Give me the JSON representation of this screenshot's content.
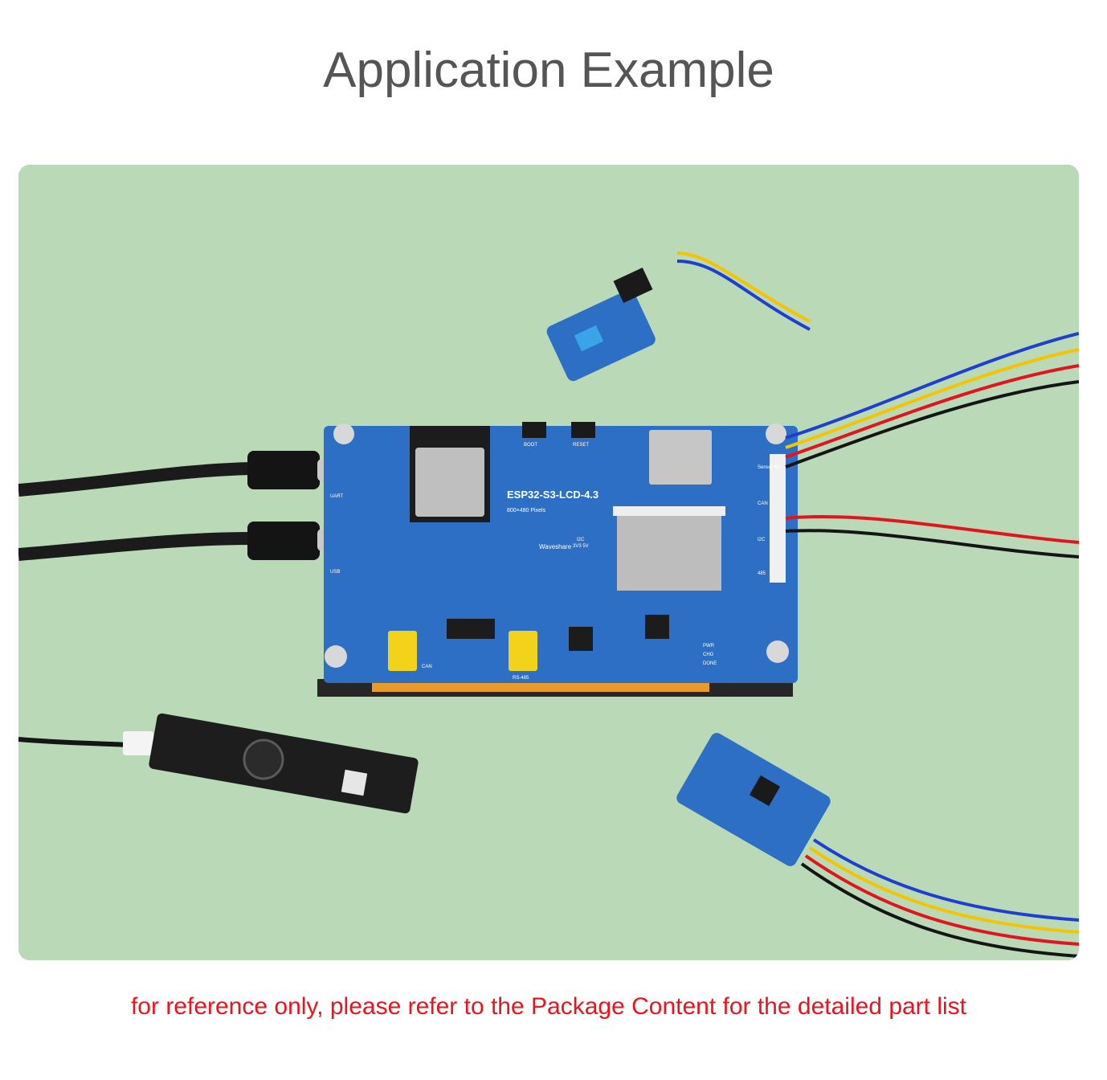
{
  "page": {
    "title": "Application Example",
    "caption": "for reference only, please refer to the Package Content for the detailed part list"
  },
  "board": {
    "model": "ESP32-S3-LCD-4.3",
    "resolution": "800×480 Pixels",
    "brand": "Waveshare",
    "buttons": [
      "BOOT",
      "RESET"
    ],
    "ports": [
      "UART",
      "USB",
      "CAN",
      "RS-485"
    ],
    "connectors": [
      "Sensor AD",
      "CAN",
      "I2C",
      "485"
    ],
    "i2c_label": "I2C",
    "voltage_label": "3V3 5V",
    "leds": [
      "PWR",
      "CHG",
      "DONE"
    ]
  },
  "colors": {
    "title": "#555555",
    "caption": "#e8141e",
    "background": "#b9d9b7",
    "pcb": "#2d6fc4"
  }
}
